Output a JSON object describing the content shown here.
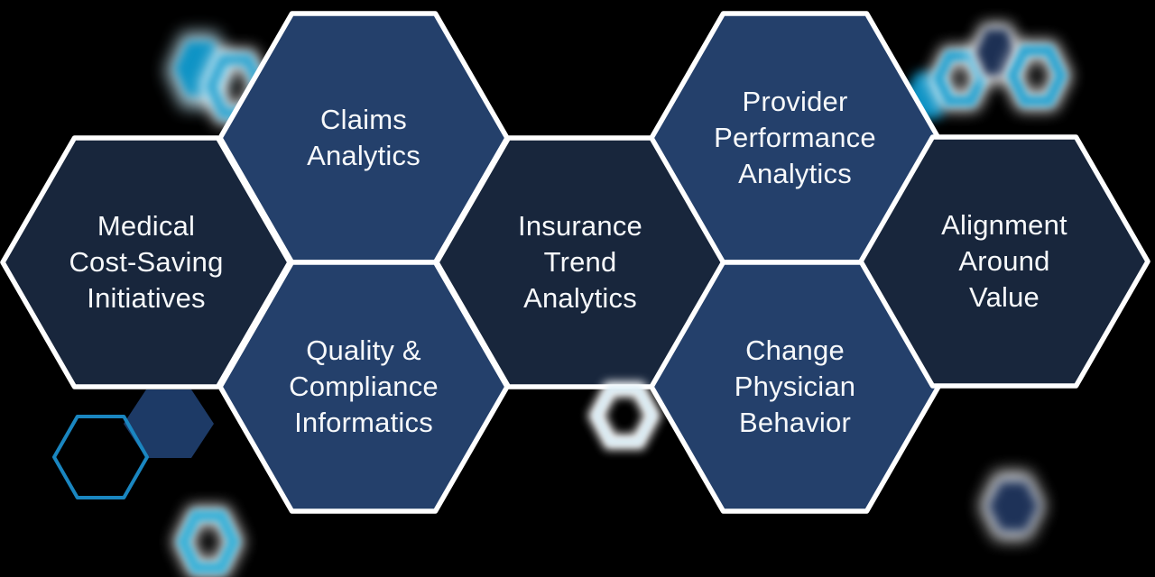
{
  "diagram": {
    "description": "Honeycomb diagram of seven healthcare analytics capability hexagons"
  },
  "hexagons": [
    {
      "id": "medical-cost-saving-initiatives",
      "label": "Medical\nCost-Saving\nInitiatives",
      "tone": "dark"
    },
    {
      "id": "claims-analytics",
      "label": "Claims\nAnalytics",
      "tone": "light"
    },
    {
      "id": "quality-compliance-informatics",
      "label": "Quality &\nCompliance\nInformatics",
      "tone": "light"
    },
    {
      "id": "insurance-trend-analytics",
      "label": "Insurance\nTrend\nAnalytics",
      "tone": "dark"
    },
    {
      "id": "provider-performance-analytics",
      "label": "Provider\nPerformance\nAnalytics",
      "tone": "light"
    },
    {
      "id": "change-physician-behavior",
      "label": "Change\nPhysician\nBehavior",
      "tone": "light"
    },
    {
      "id": "alignment-around-value",
      "label": "Alignment\nAround\nValue",
      "tone": "dark"
    }
  ],
  "colors": {
    "background": "#000000",
    "hex_dark": "#18263c",
    "hex_light": "#24406b",
    "hex_border": "#ffffff",
    "text": "#f7f9fb",
    "deco_teal": "#0e93c5",
    "deco_cyan_ring": "#2fa6d2",
    "deco_cyan_ring_soft": "#3cb2d8",
    "deco_outline_hex": "#1a86c0",
    "deco_small_navy_hex": "#1d3a66",
    "deco_navy_blob": "#1d3054",
    "deco_navy_blob_br": "#1e3258",
    "halo_white": "#ffffff",
    "halo_pale_cyan": "#bfe4f2",
    "pale_ring": "#d7ecf6"
  },
  "decorations": [
    {
      "name": "blurred-teal-hexagon-top-left"
    },
    {
      "name": "blurred-cyan-ring-top-left"
    },
    {
      "name": "blurred-teal-hexagon-top-right"
    },
    {
      "name": "blurred-cyan-ring-top-right-1"
    },
    {
      "name": "blurred-navy-hexagon-top-right"
    },
    {
      "name": "blurred-cyan-ring-top-right-2"
    },
    {
      "name": "small-navy-hexagon-bottom-left"
    },
    {
      "name": "cyan-outline-hexagon-bottom-left"
    },
    {
      "name": "blurred-cyan-ring-bottom-left"
    },
    {
      "name": "blurred-white-ring-bottom-center"
    },
    {
      "name": "blurred-navy-hexagon-bottom-right"
    }
  ]
}
